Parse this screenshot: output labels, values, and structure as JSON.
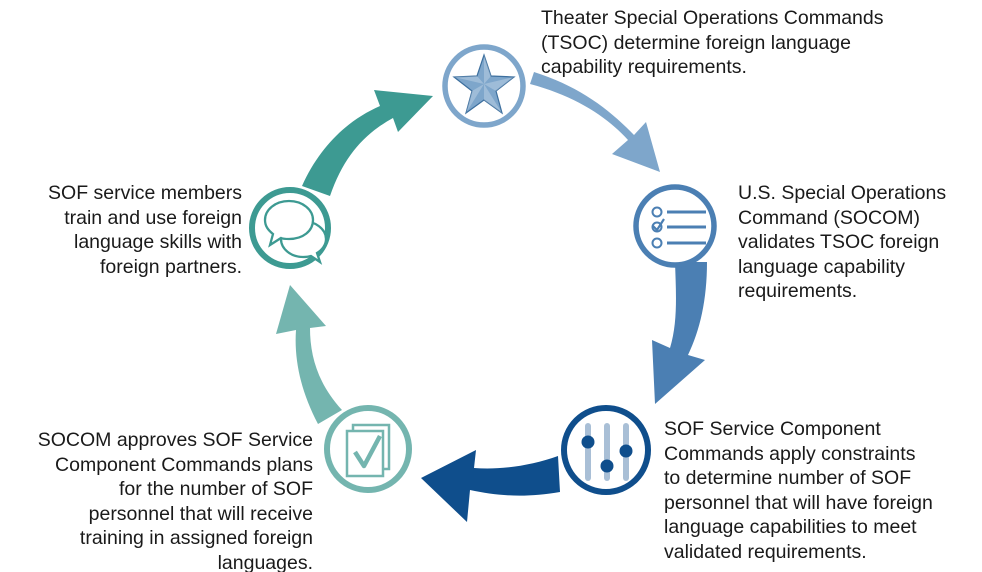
{
  "colors": {
    "step1": "#7ea6cb",
    "step2": "#4b7fb3",
    "step3": "#0f4e8c",
    "step4": "#74b5af",
    "step5": "#3d9a92"
  },
  "steps": [
    {
      "icon": "star-icon",
      "text": "Theater Special Operations Commands\n(TSOC) determine foreign language\ncapability requirements."
    },
    {
      "icon": "checklist-icon",
      "text": "U.S. Special Operations\nCommand (SOCOM)\nvalidates TSOC foreign\nlanguage capability\nrequirements."
    },
    {
      "icon": "sliders-icon",
      "text": "SOF Service Component\nCommands apply constraints\nto determine number of SOF\npersonnel that will have foreign\nlanguage capabilities to meet\nvalidated requirements."
    },
    {
      "icon": "approved-document-icon",
      "text": "SOCOM approves SOF Service\nComponent Commands plans\nfor the number of SOF\npersonnel that will receive\ntraining in assigned foreign\nlanguages."
    },
    {
      "icon": "speech-bubbles-icon",
      "text": "SOF service members\ntrain and use foreign\nlanguage skills with\nforeign partners."
    }
  ]
}
